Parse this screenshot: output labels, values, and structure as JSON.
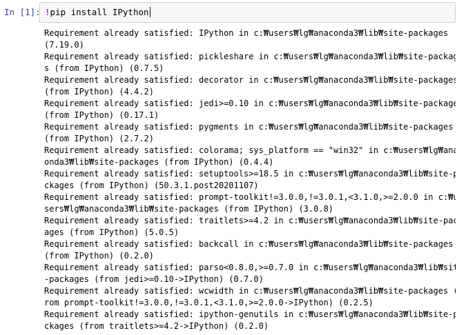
{
  "cell": {
    "prompt": "In [1]:",
    "code_bang": "!",
    "code_rest": "pip install IPython"
  },
  "output_lines": [
    "Requirement already satisfied: IPython in c:₩users₩lg₩anaconda3₩lib₩site-packages",
    "(7.19.0)",
    "Requirement already satisfied: pickleshare in c:₩users₩lg₩anaconda3₩lib₩site-package",
    "s (from IPython) (0.7.5)",
    "Requirement already satisfied: decorator in c:₩users₩lg₩anaconda3₩lib₩site-packages",
    "(from IPython) (4.4.2)",
    "Requirement already satisfied: jedi>=0.10 in c:₩users₩lg₩anaconda3₩lib₩site-packages",
    "(from IPython) (0.17.1)",
    "Requirement already satisfied: pygments in c:₩users₩lg₩anaconda3₩lib₩site-packages",
    "(from IPython) (2.7.2)",
    "Requirement already satisfied: colorama; sys_platform == \"win32\" in c:₩users₩lg₩anac",
    "onda3₩lib₩site-packages (from IPython) (0.4.4)",
    "Requirement already satisfied: setuptools>=18.5 in c:₩users₩lg₩anaconda3₩lib₩site-pa",
    "ckages (from IPython) (50.3.1.post20201107)",
    "Requirement already satisfied: prompt-toolkit!=3.0.0,!=3.0.1,<3.1.0,>=2.0.0 in c:₩u",
    "sers₩lg₩anaconda3₩lib₩site-packages (from IPython) (3.0.8)",
    "Requirement already satisfied: traitlets>=4.2 in c:₩users₩lg₩anaconda3₩lib₩site-pack",
    "ages (from IPython) (5.0.5)",
    "Requirement already satisfied: backcall in c:₩users₩lg₩anaconda3₩lib₩site-packages",
    "(from IPython) (0.2.0)",
    "Requirement already satisfied: parso<0.8.0,>=0.7.0 in c:₩users₩lg₩anaconda3₩lib₩site",
    "-packages (from jedi>=0.10->IPython) (0.7.0)",
    "Requirement already satisfied: wcwidth in c:₩users₩lg₩anaconda3₩lib₩site-packages (f",
    "rom prompt-toolkit!=3.0.0,!=3.0.1,<3.1.0,>=2.0.0->IPython) (0.2.5)",
    "Requirement already satisfied: ipython-genutils in c:₩users₩lg₩anaconda3₩lib₩site-pa",
    "ckages (from traitlets>=4.2->IPython) (0.2.0)"
  ],
  "colors": {
    "prompt": "#303f9f",
    "bang": "#aa22ff",
    "code_bg": "#f7f7f7",
    "code_border": "#cfcfcf"
  }
}
